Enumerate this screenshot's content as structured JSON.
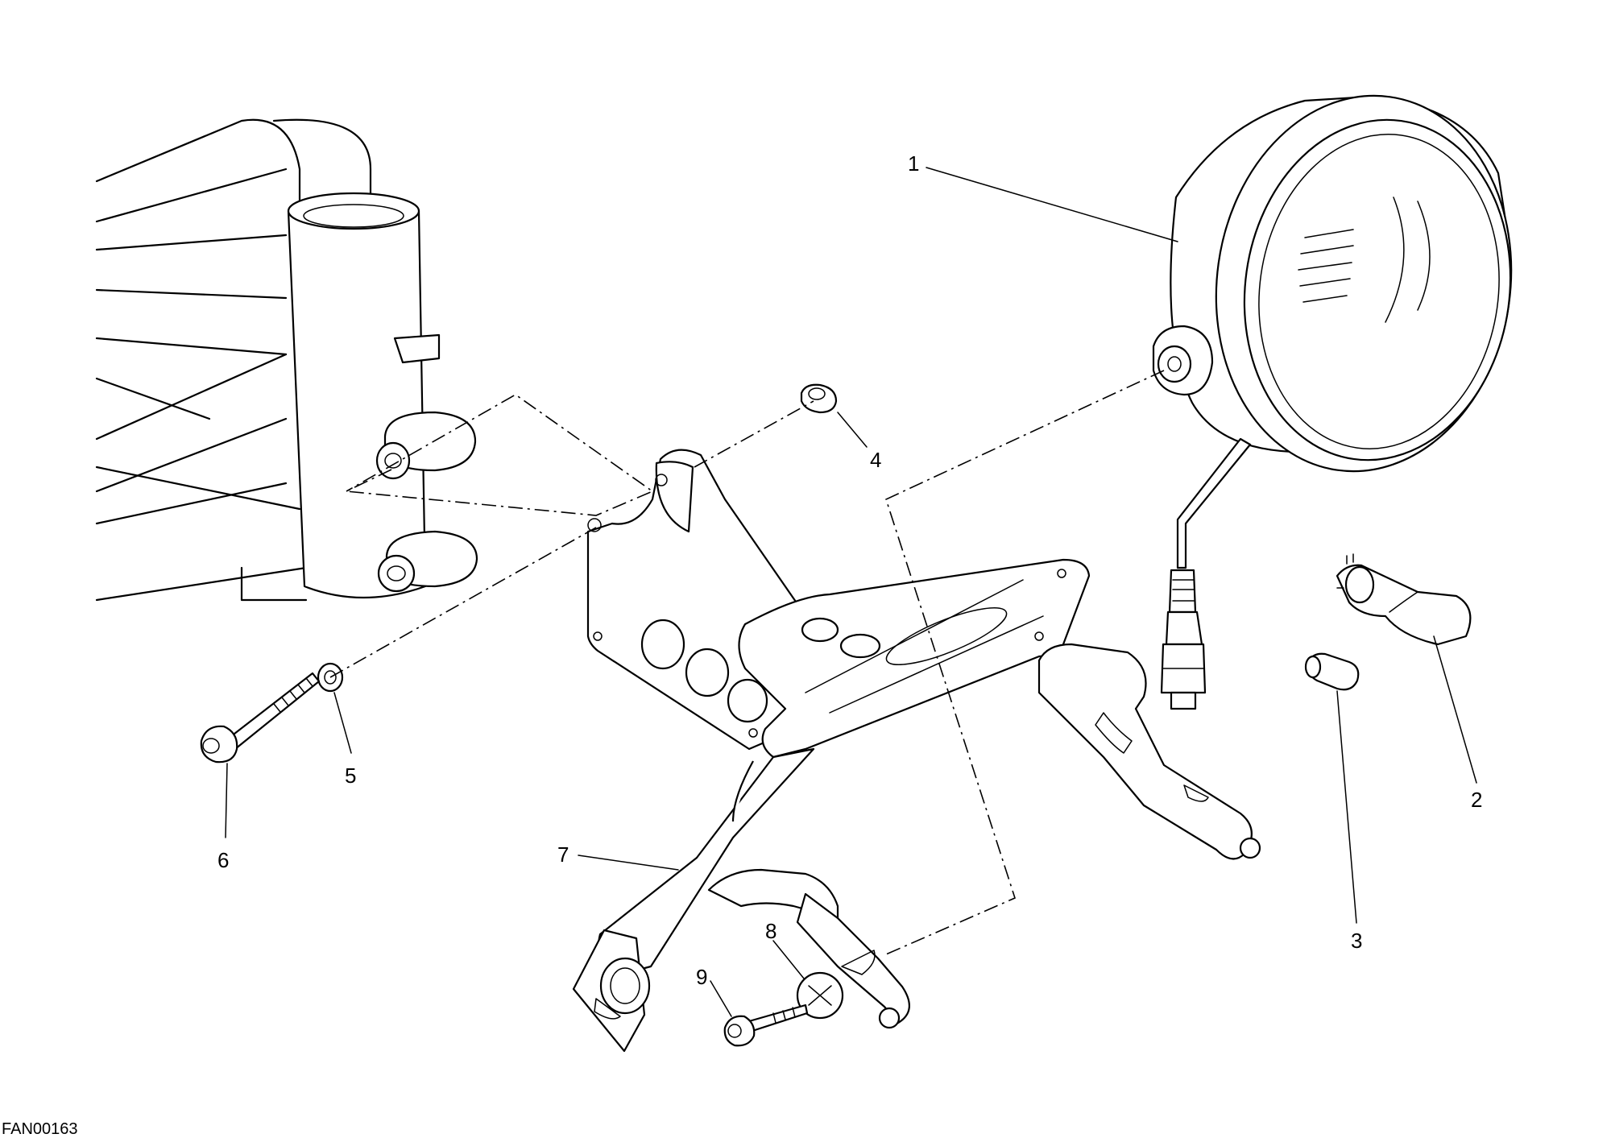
{
  "drawing_code": "FAN00163",
  "callouts": [
    {
      "id": "1",
      "label": "1"
    },
    {
      "id": "2",
      "label": "2"
    },
    {
      "id": "3",
      "label": "3"
    },
    {
      "id": "4",
      "label": "4"
    },
    {
      "id": "5",
      "label": "5"
    },
    {
      "id": "6",
      "label": "6"
    },
    {
      "id": "7",
      "label": "7"
    },
    {
      "id": "8",
      "label": "8"
    },
    {
      "id": "9",
      "label": "9"
    }
  ]
}
